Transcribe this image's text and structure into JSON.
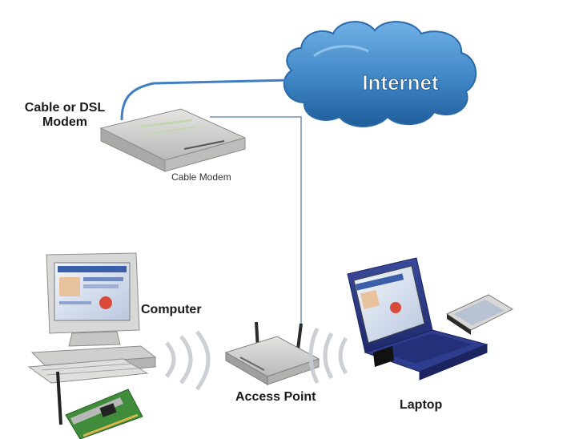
{
  "cloud": {
    "label": "Internet"
  },
  "modem": {
    "heading_line1": "Cable or DSL",
    "heading_line2": "Modem",
    "caption": "Cable Modem"
  },
  "computer": {
    "label": "Computer"
  },
  "access_point": {
    "label": "Access Point"
  },
  "laptop": {
    "label": "Laptop"
  },
  "colors": {
    "cloud": "#3f86c4",
    "cable": "#3f7fc3",
    "device": "#cfd0ce",
    "laptop": "#2b3a8a"
  }
}
